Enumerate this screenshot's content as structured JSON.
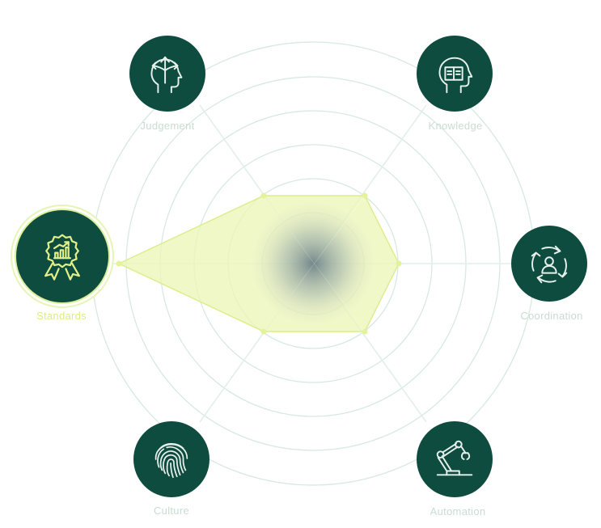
{
  "colors": {
    "node_bg": "#0f4c40",
    "icon_stroke": "#e6f1ec",
    "icon_active": "#e2f088",
    "ring": "#d7e9e1",
    "spoke": "#e2efe8",
    "polygon_fill": "#ecf5b5",
    "polygon_stroke": "#dcee8c",
    "center_glow": "#7e9296",
    "label": "#c9dcd3",
    "label_active": "#dcec88"
  },
  "nodes": [
    {
      "id": "judgement",
      "label": "Judgement",
      "icon": "split-arrows-head-icon"
    },
    {
      "id": "knowledge",
      "label": "Knowledge",
      "icon": "book-head-icon"
    },
    {
      "id": "coordination",
      "label": "Coordination",
      "icon": "cycle-person-icon"
    },
    {
      "id": "automation",
      "label": "Automation",
      "icon": "robot-arm-icon"
    },
    {
      "id": "culture",
      "label": "Culture",
      "icon": "fingerprint-icon"
    },
    {
      "id": "standards",
      "label": "Standards",
      "icon": "award-chart-icon",
      "active": true
    }
  ]
}
